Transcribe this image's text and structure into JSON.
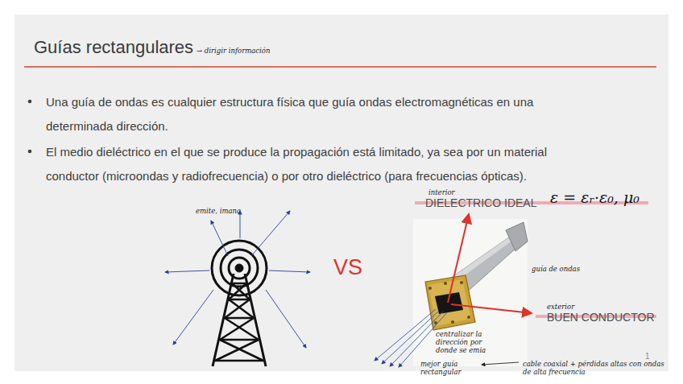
{
  "diagram": {
    "title": "Guías rectangulares",
    "labels": [
      "→ dirigir información",
      "Una guía de ondas es cualquier estructura física que guía ondas electromagnéticas en una determinada dirección.",
      "El medio dieléctrico en el que se produce la propagación está limitado, ya sea por un material conductor (microondas y radiofrecuencia) o por otro dieléctrico (para frecuencias ópticas).",
      "emite, imana",
      "VS",
      "interior",
      "DIELECTRICO IDEAL",
      "ε = εᵣ·ε₀, μ₀",
      "guía de ondas",
      "exterior",
      "BUEN CONDUCTOR",
      "centralizar la dirección por donde se emia",
      "mejor guía rectangular",
      "cable coaxial + pérdidas altas con ondas de alta frecuencia",
      "1"
    ]
  }
}
